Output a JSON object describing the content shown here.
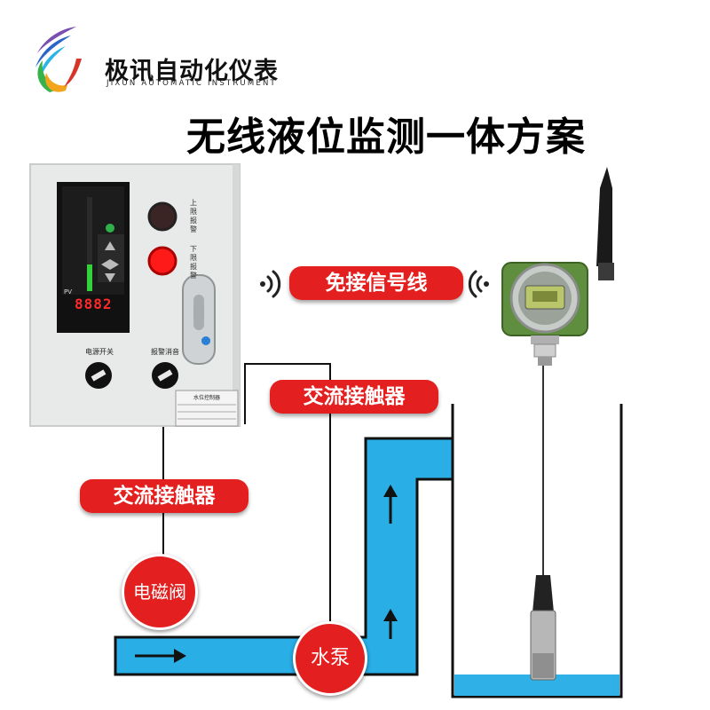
{
  "brand": {
    "name": "极讯自动化仪表",
    "subtitle": "JIXUN AUTOMATIC INSTRUMENT"
  },
  "title": "无线液位监测一体方案",
  "labels": {
    "wireless": "免接信号线",
    "contactor_right": "交流接触器",
    "contactor_left": "交流接触器",
    "valve": "电磁阀",
    "pump": "水泵"
  },
  "panel": {
    "upper_alarm": "上限报警",
    "lower_alarm": "下限报警",
    "power_switch": "电源开关",
    "alarm_mute": "报警消音",
    "display_value": "8882",
    "pv_label": "PV",
    "nameplate_title": "水位控制器"
  },
  "colors": {
    "accent_red": "#e41f1f",
    "pipe_blue": "#29aee6",
    "water_blue": "#2fb1e8",
    "panel_grey": "#e8eaea",
    "bar_green": "#33d13a"
  }
}
